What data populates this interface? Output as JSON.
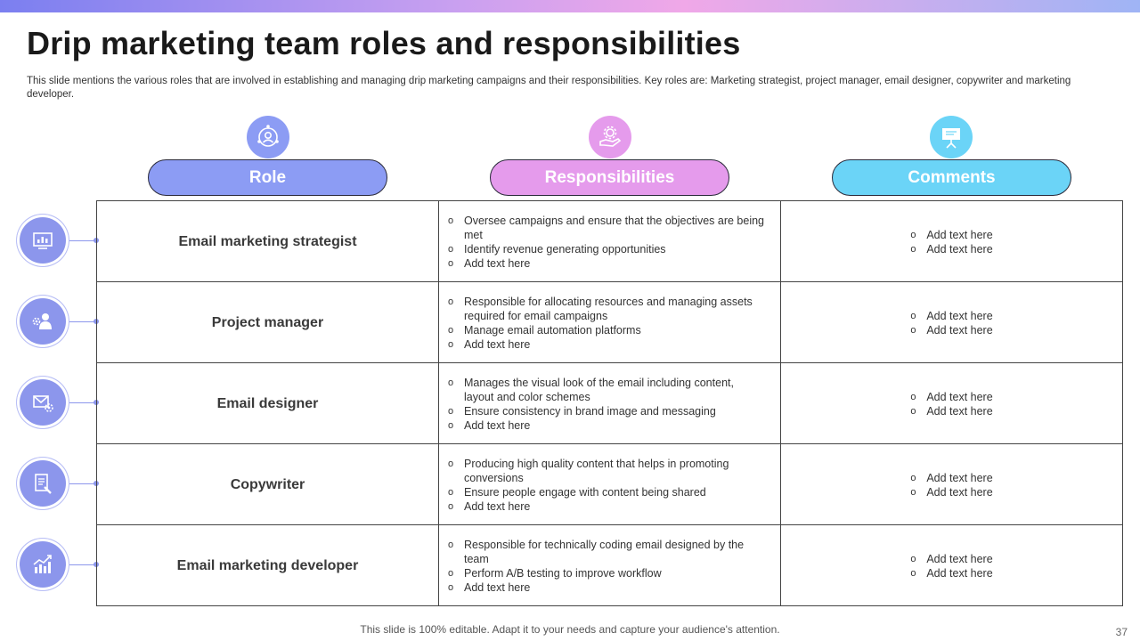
{
  "title": "Drip marketing team roles and responsibilities",
  "subtitle": "This slide mentions the various roles that are involved in establishing and managing drip marketing campaigns and their responsibilities. Key roles are: Marketing strategist, project manager, email designer, copywriter and marketing developer.",
  "headers": {
    "role": "Role",
    "responsibilities": "Responsibilities",
    "comments": "Comments"
  },
  "header_icons": [
    "user-cog-icon",
    "gear-hand-icon",
    "presentation-board-icon"
  ],
  "colors": {
    "role": "#8c9cf4",
    "responsibilities": "#e59bec",
    "comments": "#6bd4f7"
  },
  "rows": [
    {
      "icon": "dashboard-icon",
      "role": "Email marketing strategist",
      "responsibilities": [
        "Oversee campaigns and ensure that the objectives are being met",
        "Identify revenue generating opportunities",
        "Add text here"
      ],
      "comments": [
        "Add text here",
        "Add text here"
      ]
    },
    {
      "icon": "manager-gear-icon",
      "role": "Project manager",
      "responsibilities": [
        "Responsible for allocating resources and  managing assets required for email campaigns",
        "Manage email automation platforms",
        "Add text here"
      ],
      "comments": [
        "Add text here",
        "Add text here"
      ]
    },
    {
      "icon": "email-settings-icon",
      "role": "Email designer",
      "responsibilities": [
        "Manages the visual look of the email including content, layout and color schemes",
        "Ensure consistency in brand image and messaging",
        "Add text here"
      ],
      "comments": [
        "Add text here",
        "Add text here"
      ]
    },
    {
      "icon": "document-pen-icon",
      "role": "Copywriter",
      "responsibilities": [
        "Producing high quality content that helps in promoting conversions",
        "Ensure people engage with content being shared",
        "Add text here"
      ],
      "comments": [
        "Add text here",
        "Add text here"
      ]
    },
    {
      "icon": "growth-chart-icon",
      "role": "Email marketing developer",
      "responsibilities": [
        "Responsible for technically coding email designed by the team",
        "Perform A/B testing to improve workflow",
        "Add text here"
      ],
      "comments": [
        "Add text here",
        "Add text here"
      ]
    }
  ],
  "footer": "This slide is 100% editable. Adapt it to your needs and capture your audience's attention.",
  "page_number": "37"
}
